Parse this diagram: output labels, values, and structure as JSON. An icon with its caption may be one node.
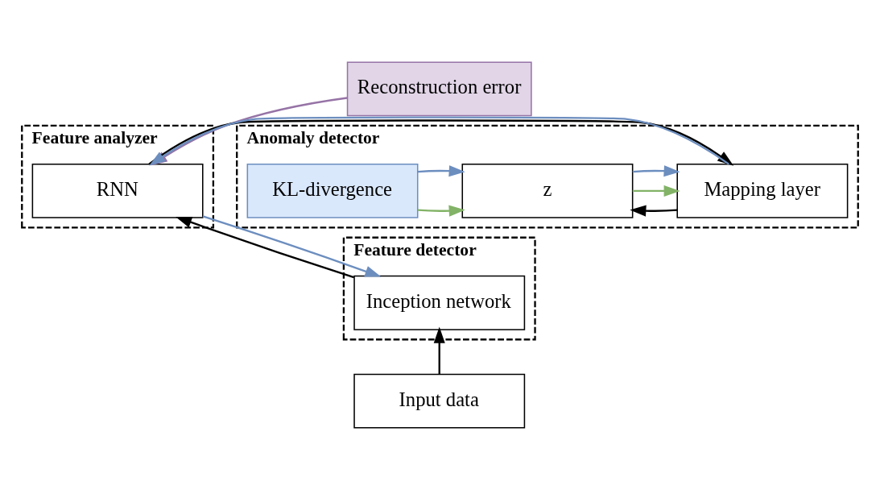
{
  "diagram": {
    "nodes": [
      {
        "text": [
          "Reconstruction error"
        ]
      },
      {
        "text": [
          "Feature analyzer"
        ]
      },
      {
        "text": [
          "RNN"
        ],
        "in": 1
      },
      {
        "text": [
          "Anomaly detector"
        ]
      },
      {
        "text": [
          "Mapping layer"
        ],
        "in": 3
      },
      {
        "text": [
          "z"
        ],
        "in": 3
      },
      {
        "text": [
          "KL-divergence"
        ],
        "in": 3
      },
      {
        "text": [
          "Feature detector"
        ]
      },
      {
        "text": [
          "Inception network"
        ],
        "in": 7
      },
      {
        "text": [
          "Input data"
        ]
      }
    ],
    "edges": [
      {
        "from": 0,
        "to": 2,
        "arrow": "to",
        "color": "#9673a6"
      },
      {
        "from": 2,
        "to": 4,
        "arrow": "to"
      },
      {
        "from": 4,
        "to": 5,
        "arrow": "to"
      },
      {
        "from": 5,
        "to": 4,
        "arrow": "to",
        "color": "#82b366"
      },
      {
        "from": 6,
        "to": 5,
        "arrow": "to",
        "color": "#82b366"
      },
      {
        "from": 6,
        "to": 5,
        "arrow": "to",
        "color": "#6c8ebf"
      },
      {
        "from": 5,
        "to": 4,
        "arrow": "to",
        "color": "#6c8ebf"
      },
      {
        "from": 4,
        "to": 2,
        "arrow": "to",
        "color": "#6c8ebf"
      },
      {
        "from": 2,
        "to": 8,
        "arrow": "to",
        "color": "#6c8ebf"
      },
      {
        "from": 8,
        "to": 2,
        "arrow": "to"
      },
      {
        "from": 9,
        "to": 8,
        "arrow": "to"
      }
    ]
  }
}
